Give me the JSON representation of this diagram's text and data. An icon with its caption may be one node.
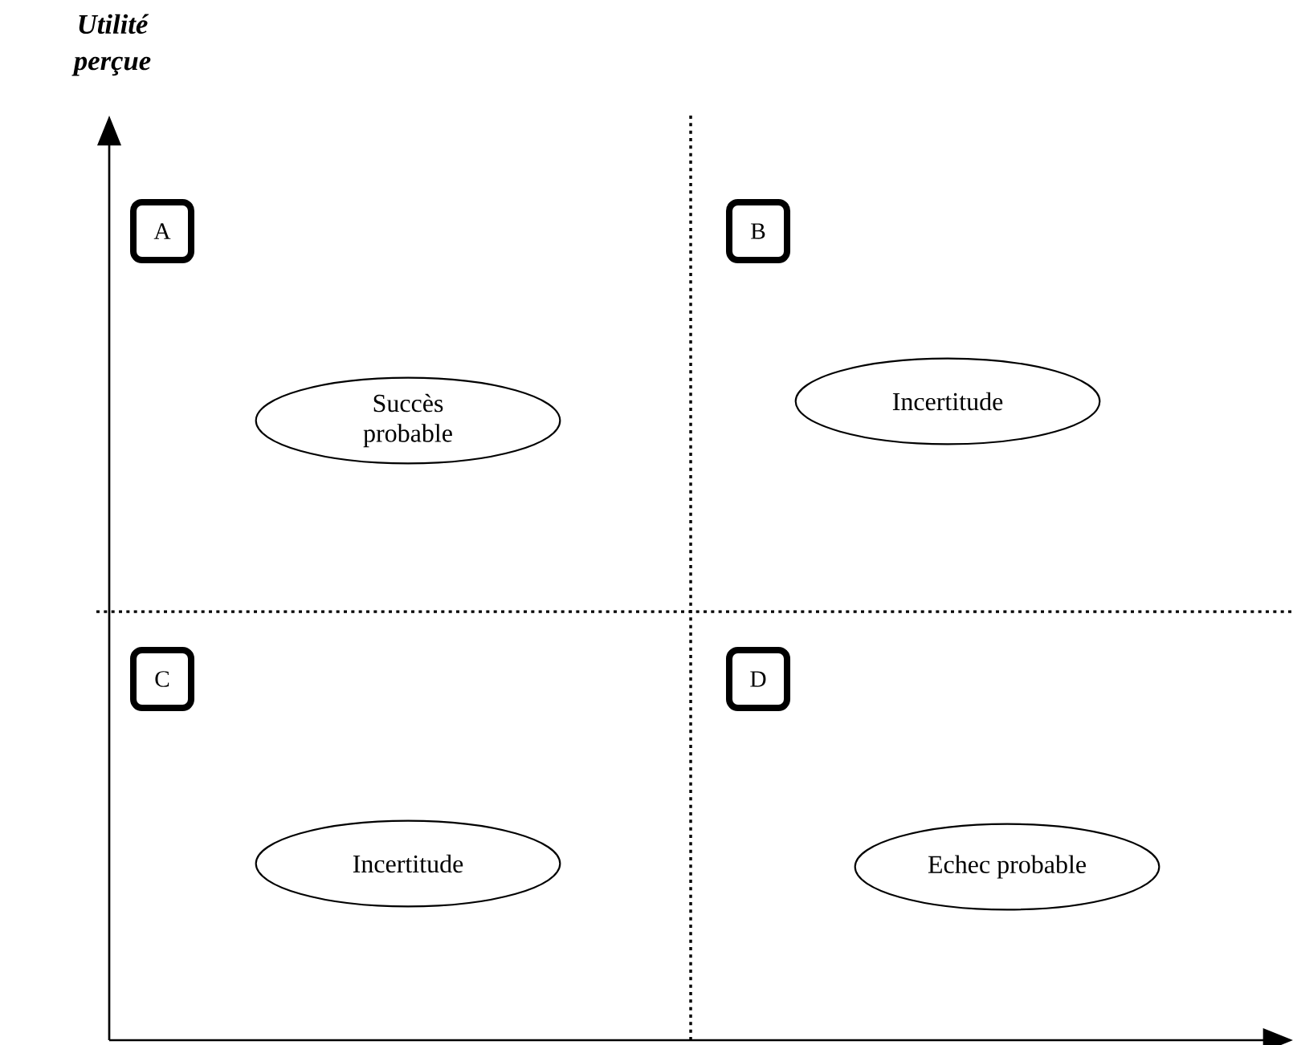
{
  "diagram": {
    "nodes": [
      {
        "text": [
          "A"
        ]
      },
      {
        "text": [
          "B"
        ]
      },
      {
        "text": [
          "Succès probable"
        ]
      },
      {
        "text": [
          "Incertitude"
        ]
      },
      {
        "text": [
          "C"
        ]
      },
      {
        "text": [
          "D"
        ]
      },
      {
        "text": [
          "Incertitude"
        ]
      },
      {
        "text": [
          "Echec probable"
        ]
      }
    ],
    "labels": [
      "Utilité perçue"
    ]
  }
}
